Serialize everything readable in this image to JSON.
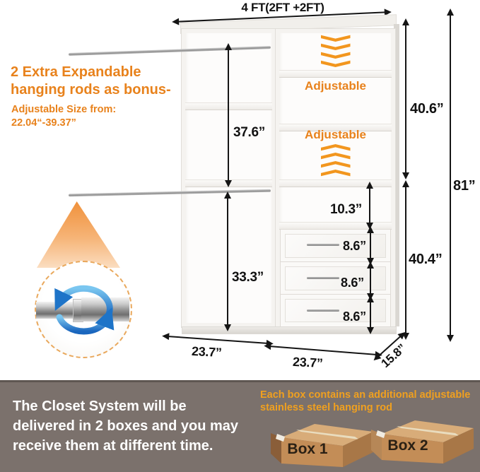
{
  "colors": {
    "accent_orange": "#E8821C",
    "chevron_orange": "#F2961E",
    "band_background": "#7B716C",
    "band_note_orange": "#F0A01F",
    "arrow_black": "#151515",
    "blue_rotate_arrow": "#1E78CC",
    "box_cardboard_front": "#C38D57"
  },
  "top_dimension": {
    "label": "4 FT(2FT +2FT)"
  },
  "promo": {
    "heading": [
      "2 Extra Expandable",
      "hanging rods as bonus-"
    ],
    "subheading": [
      "Adjustable Size from:",
      "22.04“-39.37”"
    ]
  },
  "closet": {
    "adjustable_top": "Adjustable",
    "adjustable_bottom": "Adjustable"
  },
  "measurements": {
    "hang_top": "37.6”",
    "hang_bottom": "33.3”",
    "right_upper": "40.6”",
    "right_lower": "40.4”",
    "total_height": "81”",
    "open_shelf": "10.3”",
    "drawers": [
      "8.6”",
      "8.6”",
      "8.6”"
    ],
    "width_left": "23.7”",
    "width_right": "23.7”",
    "depth": "15.8”"
  },
  "footer": {
    "delivery": [
      "The Closet System will be",
      "delivered in 2 boxes and you may",
      "receive them at different time."
    ],
    "note": [
      "Each box contains an additional adjustable",
      "stainless steel hanging rod"
    ],
    "boxes": [
      {
        "label": "Box 1"
      },
      {
        "label": "Box 2"
      }
    ]
  }
}
